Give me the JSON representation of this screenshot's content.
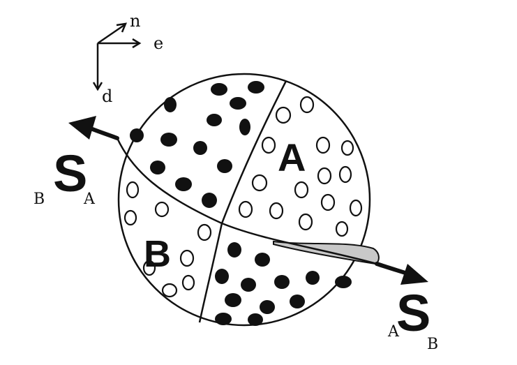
{
  "axes": {
    "north_label": "n",
    "east_label": "e",
    "down_label": "d"
  },
  "regions": {
    "a_label": "A",
    "b_label": "B"
  },
  "motions": {
    "left": {
      "main": "S",
      "left_sub": "B",
      "right_sub": "A"
    },
    "right": {
      "main": "S",
      "left_sub": "A",
      "right_sub": "B"
    }
  },
  "style": {
    "ink": "#111111",
    "paper": "#ffffff",
    "gap_fill": "#c8c8c8"
  }
}
